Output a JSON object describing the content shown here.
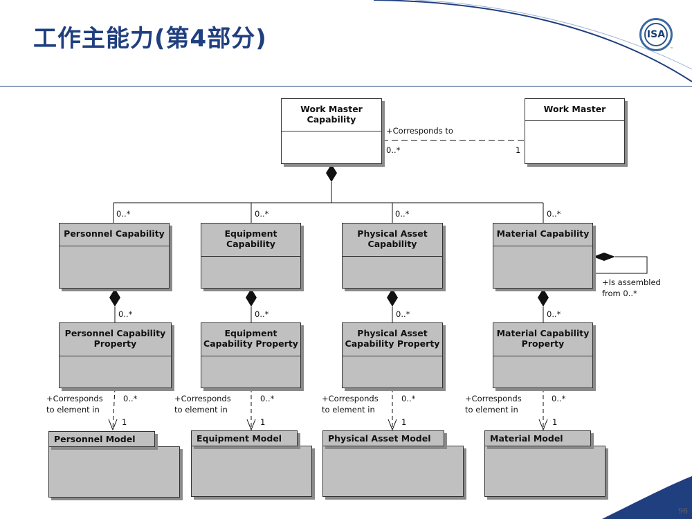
{
  "slide": {
    "title": "工作主能力(第4部分)",
    "logo_text": "ISA",
    "logo_tm": "™",
    "page_number": "96"
  },
  "diagram": {
    "work_master_capability": {
      "title": "Work Master\nCapability"
    },
    "work_master": {
      "title": "Work Master"
    },
    "association_top": {
      "role": "+Corresponds to",
      "mult_source": "0..*",
      "mult_target": "1"
    },
    "capability_multiplicity": "0..*",
    "capabilities": [
      {
        "title": "Personnel Capability"
      },
      {
        "title": "Equipment\nCapability"
      },
      {
        "title": "Physical Asset\nCapability"
      },
      {
        "title": "Material Capability"
      }
    ],
    "self_association": {
      "role": "+Is assembled\nfrom 0..*"
    },
    "property_multiplicity": "0..*",
    "properties": [
      {
        "title": "Personnel Capability\nProperty"
      },
      {
        "title": "Equipment\nCapability Property"
      },
      {
        "title": "Physical Asset\nCapability Property"
      },
      {
        "title": "Material Capability\nProperty"
      }
    ],
    "model_association": {
      "role": "+Corresponds\nto element in",
      "mult_source": "0..*",
      "mult_target": "1"
    },
    "models": [
      {
        "title": "Personnel Model"
      },
      {
        "title": "Equipment Model"
      },
      {
        "title": "Physical Asset Model"
      },
      {
        "title": "Material Model"
      }
    ]
  }
}
